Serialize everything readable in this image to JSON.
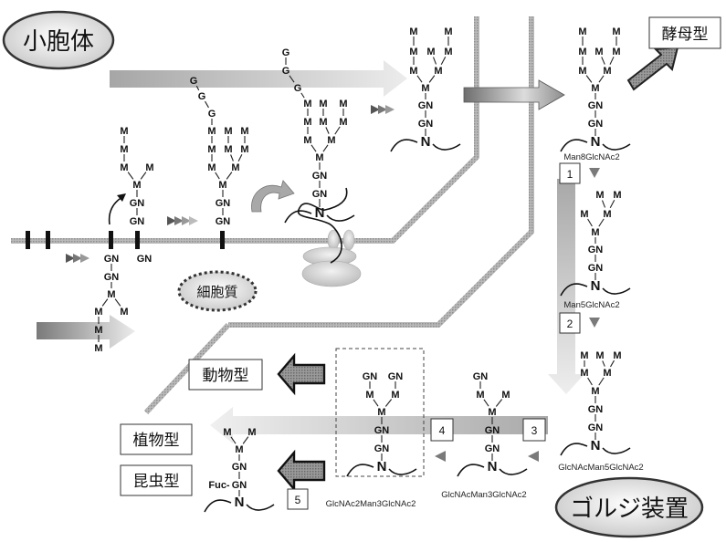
{
  "title": "N-glycan biosynthesis pathway (ER to Golgi)",
  "compartments": {
    "er_label": "小胞体",
    "cytosol_label": "細胞質",
    "golgi_label": "ゴルジ装置"
  },
  "type_labels": {
    "yeast": "酵母型",
    "animal": "動物型",
    "plant": "植物型",
    "insect": "昆虫型"
  },
  "steps": [
    "1",
    "2",
    "3",
    "4",
    "5"
  ],
  "captions": {
    "man8": "Man8GlcNAc2",
    "man5": "Man5GlcNAc2",
    "glcnac_man5": "GlcNAcMan5GlcNAc2",
    "glcnac_man3": "GlcNAcMan3GlcNAc2",
    "glcnac2_man3": "GlcNAc2Man3GlcNAc2"
  },
  "symbols": {
    "mannose": "M",
    "glucose": "G",
    "glcnac": "GN",
    "asparagine": "N",
    "fucose": "Fuc-"
  },
  "glycans": [
    {
      "id": "lipid-gn",
      "desc": "GN on dolichol (cytosol side)",
      "nodes": [
        [
          "GN",
          158,
          283
        ]
      ]
    },
    {
      "id": "cyto-man5",
      "desc": "Man5GlcNAc2 on cytosolic side",
      "nodes": [
        [
          "GN",
          122,
          283
        ],
        [
          "GN",
          122,
          303
        ],
        [
          "M",
          122,
          322
        ],
        [
          "M",
          108,
          341
        ],
        [
          "M",
          136,
          341
        ],
        [
          "M",
          108,
          361
        ],
        [
          "M",
          108,
          381
        ]
      ],
      "bonds": [
        [
          0,
          1
        ],
        [
          1,
          2
        ],
        [
          2,
          3
        ],
        [
          2,
          4
        ],
        [
          3,
          5
        ],
        [
          5,
          6
        ]
      ]
    },
    {
      "id": "lumen-man5",
      "nodes": [
        [
          "GN",
          150,
          242
        ],
        [
          "GN",
          150,
          222
        ],
        [
          "M",
          150,
          202
        ],
        [
          "M",
          136,
          183
        ],
        [
          "M",
          164,
          183
        ],
        [
          "M",
          136,
          163
        ],
        [
          "M",
          136,
          143
        ]
      ],
      "bonds": [
        [
          0,
          1
        ],
        [
          1,
          2
        ],
        [
          2,
          3
        ],
        [
          2,
          4
        ],
        [
          3,
          5
        ],
        [
          5,
          6
        ]
      ]
    },
    {
      "id": "lumen-glc3man9",
      "nodes": [
        [
          "GN",
          244,
          242
        ],
        [
          "GN",
          244,
          222
        ],
        [
          "M",
          244,
          202
        ],
        [
          "M",
          232,
          183
        ],
        [
          "M",
          258,
          183
        ],
        [
          "M",
          232,
          163
        ],
        [
          "M",
          232,
          143
        ],
        [
          "M",
          250,
          163
        ],
        [
          "M",
          268,
          163
        ],
        [
          "M",
          250,
          143
        ],
        [
          "M",
          268,
          143
        ],
        [
          "G",
          232,
          124
        ],
        [
          "G",
          221,
          105
        ],
        [
          "G",
          212,
          88
        ]
      ],
      "bonds": [
        [
          0,
          1
        ],
        [
          1,
          2
        ],
        [
          2,
          3
        ],
        [
          2,
          4
        ],
        [
          3,
          5
        ],
        [
          5,
          6
        ],
        [
          4,
          7
        ],
        [
          4,
          8
        ],
        [
          7,
          9
        ],
        [
          8,
          10
        ],
        [
          6,
          11
        ],
        [
          11,
          12
        ],
        [
          12,
          13
        ]
      ]
    },
    {
      "id": "protein-glc3man9",
      "nodes": [
        [
          "N",
          350,
          233
        ],
        [
          "GN",
          350,
          212
        ],
        [
          "GN",
          350,
          192
        ],
        [
          "M",
          350,
          172
        ],
        [
          "M",
          337,
          153
        ],
        [
          "M",
          363,
          153
        ],
        [
          "M",
          337,
          133
        ],
        [
          "M",
          337,
          113
        ],
        [
          "M",
          354,
          133
        ],
        [
          "M",
          376,
          133
        ],
        [
          "M",
          354,
          113
        ],
        [
          "M",
          376,
          113
        ],
        [
          "G",
          326,
          96
        ],
        [
          "G",
          313,
          77
        ],
        [
          "G",
          313,
          57
        ]
      ],
      "bonds": [
        [
          0,
          1
        ],
        [
          1,
          2
        ],
        [
          2,
          3
        ],
        [
          3,
          4
        ],
        [
          3,
          5
        ],
        [
          4,
          6
        ],
        [
          6,
          7
        ],
        [
          5,
          8
        ],
        [
          5,
          9
        ],
        [
          8,
          10
        ],
        [
          9,
          11
        ],
        [
          7,
          12
        ],
        [
          12,
          13
        ],
        [
          13,
          14
        ]
      ]
    },
    {
      "id": "er-man9",
      "nodes": [
        [
          "N",
          466,
          155
        ],
        [
          "GN",
          466,
          135
        ],
        [
          "GN",
          466,
          115
        ],
        [
          "M",
          466,
          96
        ],
        [
          "M",
          453,
          77
        ],
        [
          "M",
          480,
          77
        ],
        [
          "M",
          453,
          56
        ],
        [
          "M",
          453,
          34
        ],
        [
          "M",
          472,
          56
        ],
        [
          "M",
          491,
          56
        ],
        [
          "M",
          491,
          34
        ]
      ],
      "bonds": [
        [
          0,
          1
        ],
        [
          1,
          2
        ],
        [
          2,
          3
        ],
        [
          3,
          4
        ],
        [
          3,
          5
        ],
        [
          4,
          6
        ],
        [
          6,
          7
        ],
        [
          5,
          8
        ],
        [
          5,
          9
        ],
        [
          9,
          10
        ]
      ]
    },
    {
      "id": "golgi-man8",
      "nodes": [
        [
          "N",
          652,
          155
        ],
        [
          "GN",
          652,
          135
        ],
        [
          "GN",
          652,
          115
        ],
        [
          "M",
          652,
          96
        ],
        [
          "M",
          638,
          77
        ],
        [
          "M",
          665,
          77
        ],
        [
          "M",
          638,
          56
        ],
        [
          "M",
          638,
          34
        ],
        [
          "M",
          656,
          56
        ],
        [
          "M",
          675,
          56
        ],
        [
          "M",
          675,
          34
        ]
      ],
      "bonds": [
        [
          0,
          1
        ],
        [
          1,
          2
        ],
        [
          2,
          3
        ],
        [
          3,
          4
        ],
        [
          3,
          5
        ],
        [
          4,
          6
        ],
        [
          6,
          7
        ],
        [
          5,
          8
        ],
        [
          5,
          9
        ],
        [
          9,
          10
        ]
      ]
    },
    {
      "id": "golgi-man5",
      "nodes": [
        [
          "N",
          652,
          313
        ],
        [
          "GN",
          652,
          293
        ],
        [
          "GN",
          652,
          273
        ],
        [
          "M",
          652,
          254
        ],
        [
          "M",
          640,
          234
        ],
        [
          "M",
          665,
          234
        ],
        [
          "M",
          657,
          213
        ],
        [
          "M",
          676,
          213
        ]
      ],
      "bonds": [
        [
          0,
          1
        ],
        [
          1,
          2
        ],
        [
          2,
          3
        ],
        [
          3,
          4
        ],
        [
          3,
          5
        ],
        [
          5,
          6
        ],
        [
          5,
          7
        ]
      ]
    },
    {
      "id": "golgi-glcnac-man5",
      "nodes": [
        [
          "N",
          652,
          488
        ],
        [
          "GN",
          652,
          468
        ],
        [
          "GN",
          652,
          448
        ],
        [
          "M",
          652,
          428
        ],
        [
          "M",
          640,
          408
        ],
        [
          "M",
          665,
          408
        ],
        [
          "M",
          640,
          389
        ],
        [
          "M",
          657,
          389
        ],
        [
          "M",
          676,
          389
        ]
      ],
      "bonds": [
        [
          0,
          1
        ],
        [
          1,
          2
        ],
        [
          2,
          3
        ],
        [
          3,
          4
        ],
        [
          3,
          5
        ],
        [
          4,
          6
        ],
        [
          5,
          7
        ],
        [
          5,
          8
        ]
      ]
    },
    {
      "id": "golgi-glcnac-man3",
      "nodes": [
        [
          "N",
          539,
          511
        ],
        [
          "GN",
          539,
          491
        ],
        [
          "GN",
          539,
          471
        ],
        [
          "M",
          539,
          451
        ],
        [
          "M",
          526,
          432
        ],
        [
          "M",
          554,
          432
        ],
        [
          "GN",
          526,
          412
        ]
      ],
      "bonds": [
        [
          0,
          1
        ],
        [
          1,
          2
        ],
        [
          2,
          3
        ],
        [
          3,
          4
        ],
        [
          3,
          5
        ],
        [
          4,
          6
        ]
      ]
    },
    {
      "id": "golgi-glcnac2-man3",
      "nodes": [
        [
          "N",
          418,
          511
        ],
        [
          "GN",
          418,
          491
        ],
        [
          "GN",
          418,
          471
        ],
        [
          "M",
          418,
          451
        ],
        [
          "M",
          405,
          432
        ],
        [
          "M",
          433,
          432
        ],
        [
          "GN",
          405,
          412
        ],
        [
          "GN",
          433,
          412
        ]
      ],
      "bonds": [
        [
          0,
          1
        ],
        [
          1,
          2
        ],
        [
          2,
          3
        ],
        [
          3,
          4
        ],
        [
          3,
          5
        ],
        [
          4,
          6
        ],
        [
          5,
          7
        ]
      ]
    },
    {
      "id": "plant-insect",
      "nodes": [
        [
          "N",
          262,
          550
        ],
        [
          "GN",
          262,
          531
        ],
        [
          "GN",
          262,
          511
        ],
        [
          "M",
          262,
          492
        ],
        [
          "M",
          249,
          473
        ],
        [
          "M",
          276,
          473
        ]
      ],
      "bonds": [
        [
          0,
          1
        ],
        [
          1,
          2
        ],
        [
          2,
          3
        ],
        [
          3,
          4
        ],
        [
          3,
          5
        ]
      ],
      "fucose": [
        240,
        531
      ]
    }
  ]
}
